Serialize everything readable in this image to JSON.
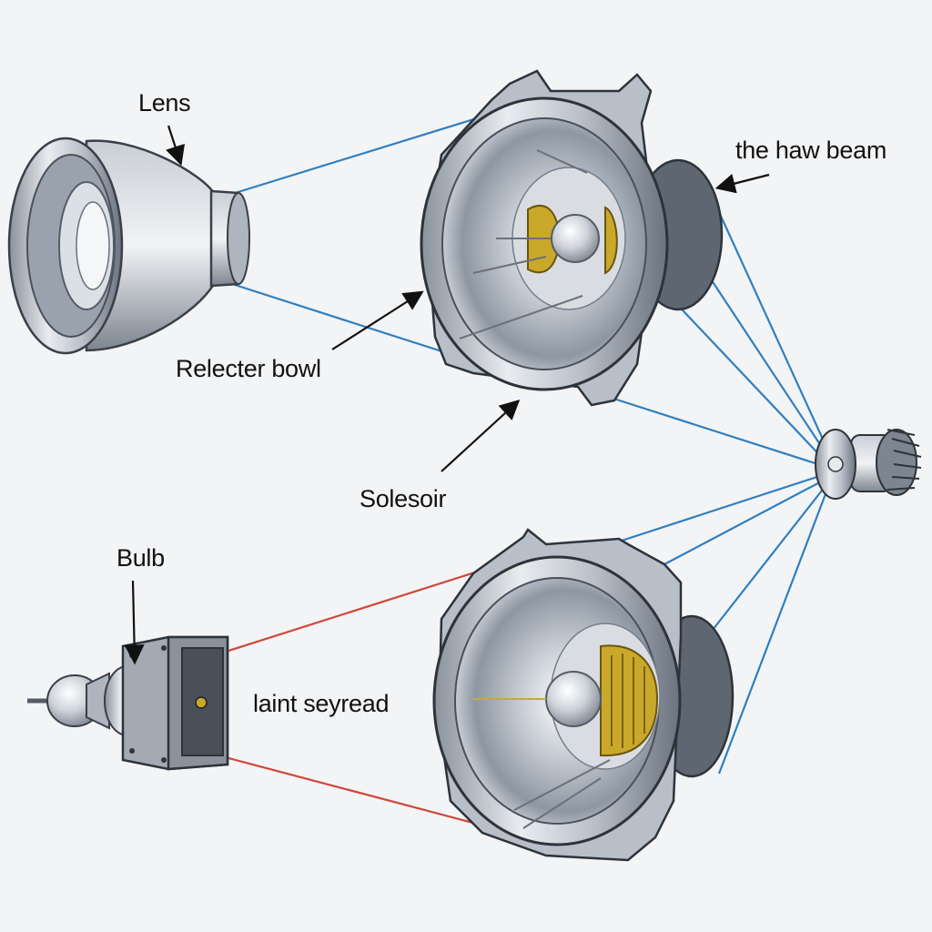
{
  "labels": {
    "lens": "Lens",
    "haw_beam": "the haw beam",
    "reflector_bowl": "Relecter bowl",
    "solesoir": "Solesoir",
    "bulb": "Bulb",
    "laint_seyread": "laint seyread"
  },
  "colors": {
    "background": "#f3f4f6",
    "metal_light": "#dfe3e8",
    "metal_dark": "#6b7380",
    "outline": "#3a3f48",
    "blue_line": "#2f7fc1",
    "red_line": "#d0483b",
    "gold": "#c9a82a"
  },
  "icons": [
    "lens-component",
    "reflector-bowl-top",
    "reflector-bowl-bottom",
    "bulb-socket-block",
    "solenoid-actuator",
    "arrow-icon"
  ]
}
